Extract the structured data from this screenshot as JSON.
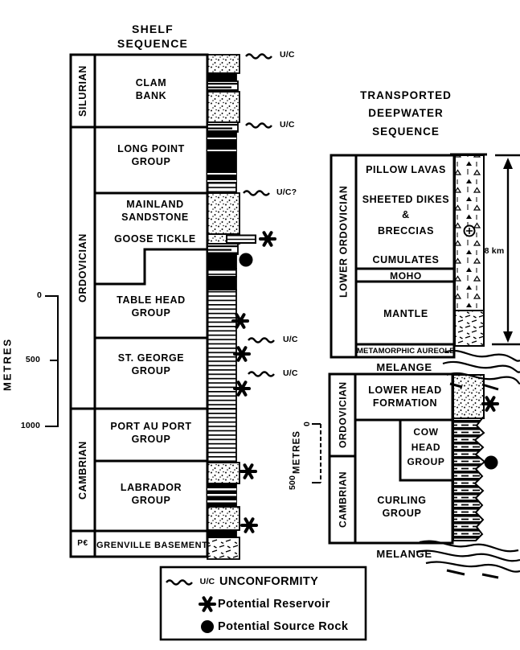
{
  "shelf": {
    "title": "SHELF SEQUENCE",
    "eras": {
      "silurian": "SILURIAN",
      "ordovician": "ORDOVICIAN",
      "cambrian": "CAMBRIAN",
      "precambrian": "P€"
    },
    "units": {
      "clam_bank": "CLAM\nBANK",
      "long_point": "LONG POINT\nGROUP",
      "mainland_sandstone": "MAINLAND\nSANDSTONE",
      "goose_tickle": "GOOSE TICKLE",
      "table_head": "TABLE HEAD\nGROUP",
      "st_george": "ST. GEORGE\nGROUP",
      "port_au_port": "PORT AU PORT\nGROUP",
      "labrador": "LABRADOR\nGROUP",
      "grenville": "GRENVILLE BASEMENT"
    },
    "scale": {
      "label": "METRES",
      "t0": "0",
      "t500": "500",
      "t1000": "1000"
    },
    "unconformities": {
      "uc1": "U/C",
      "uc2": "U/C",
      "uc3": "U/C?",
      "uc4": "U/C",
      "uc5": "U/C"
    }
  },
  "deepwater": {
    "title": "TRANSPORTED\nDEEPWATER\nSEQUENCE",
    "eras": {
      "lower_ordovician": "LOWER ORDOVICIAN",
      "ordovician": "ORDOVICIAN",
      "cambrian": "CAMBRIAN"
    },
    "units": {
      "pillow_lavas": "PILLOW LAVAS",
      "sheeted_dikes": "SHEETED DIKES\n&\nBRECCIAS",
      "cumulates": "CUMULATES",
      "moho": "MOHO",
      "mantle": "MANTLE",
      "metamorphic_aureole": "METAMORPHIC AUREOLE",
      "melange_top": "MELANGE",
      "lower_head": "LOWER HEAD\nFORMATION",
      "cow_head": "COW\nHEAD\nGROUP",
      "curling": "CURLING\nGROUP",
      "melange_bottom": "MELANGE"
    },
    "scale": {
      "label": "METRES",
      "t0": "0",
      "t500": "500"
    },
    "thickness": "8 km"
  },
  "legend": {
    "uc_symbol": "U/C",
    "unconformity": "UNCONFORMITY",
    "reservoir": "Potential Reservoir",
    "source_rock": "Potential Source Rock"
  },
  "colors": {
    "ink": "#000000",
    "paper": "#ffffff"
  }
}
